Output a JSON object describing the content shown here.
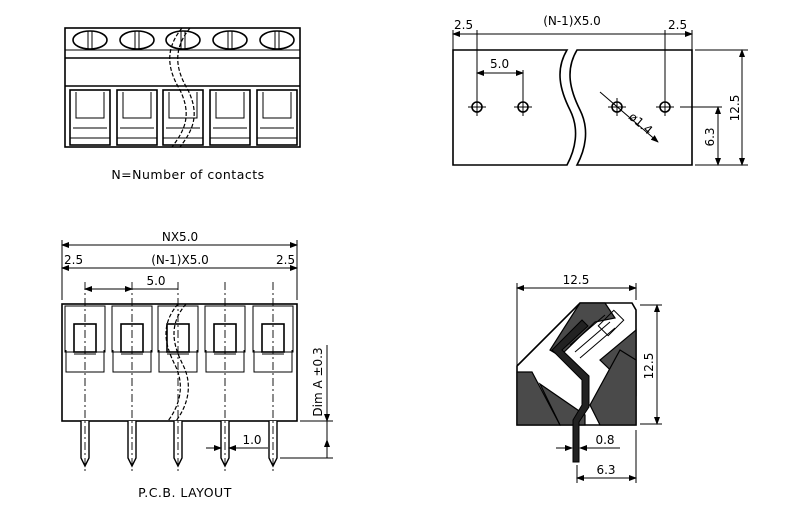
{
  "top_view": {
    "caption": "N=Number of contacts"
  },
  "pcb_hole_view": {
    "dim_left": "2.5",
    "dim_span": "(N-1)X5.0",
    "dim_right": "2.5",
    "dim_pitch": "5.0",
    "dim_height": "12.5",
    "dim_hole_row": "6.3",
    "dim_hole_diameter": "ø1.4"
  },
  "front_view": {
    "dim_total": "NX5.0",
    "dim_left": "2.5",
    "dim_span": "(N-1)X5.0",
    "dim_right": "2.5",
    "dim_pitch": "5.0",
    "dim_a": "Dim A ±0.3",
    "dim_pin": "1.0",
    "caption": "P.C.B. LAYOUT"
  },
  "side_view": {
    "dim_width": "12.5",
    "dim_height": "12.5",
    "dim_pin": "0.8",
    "dim_pin_offset": "6.3"
  }
}
